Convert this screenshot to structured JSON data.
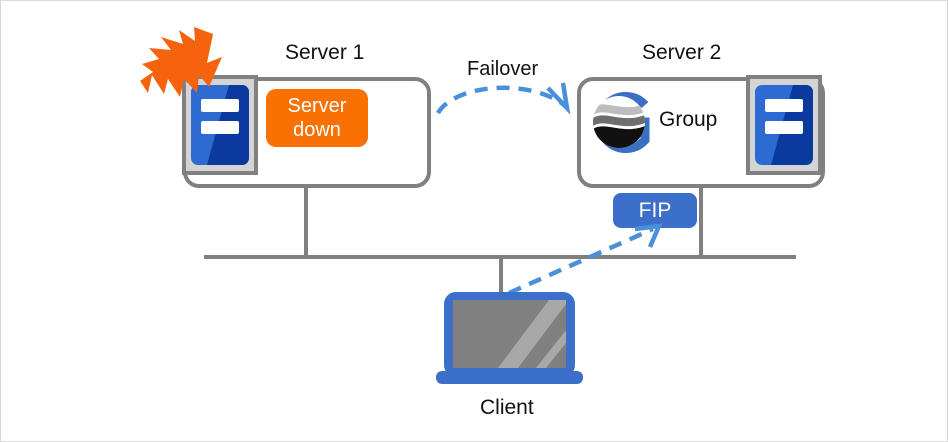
{
  "diagram": {
    "type": "failover-cluster-diagram",
    "background_color": "#ffffff",
    "border_color": "#d9d9d9",
    "nodes": {
      "server1": {
        "label": "Server 1",
        "status_badge": "Server down",
        "status_badge_line1": "Server",
        "status_badge_line2": "down",
        "status_color": "#f97003",
        "box_border_color": "#808080",
        "icon": "server-tower-icon",
        "fault_icon": "burst-icon",
        "fault_color": "#f7630c"
      },
      "server2": {
        "label": "Server 2",
        "group_label": "Group",
        "logo": "group-globe-logo",
        "logo_color": "#3a6fc4",
        "box_border_color": "#808080",
        "icon": "server-tower-icon"
      },
      "fip": {
        "label": "FIP",
        "fill_color": "#3b6fc9",
        "text_color": "#ffffff"
      },
      "client": {
        "label": "Client",
        "icon": "monitor-icon",
        "frame_color": "#3b6fc9",
        "screen_color": "#808080"
      }
    },
    "connectors": {
      "failover_arrow": {
        "label": "Failover",
        "style": "dashed-curved-arrow",
        "color": "#4a90d9",
        "from": "server1",
        "to": "server2"
      },
      "client_to_fip_arrow": {
        "style": "dashed-straight-arrow",
        "color": "#4a90d9",
        "from": "client",
        "to": "fip"
      },
      "bus": {
        "style": "solid-line",
        "color": "#808080"
      }
    }
  }
}
